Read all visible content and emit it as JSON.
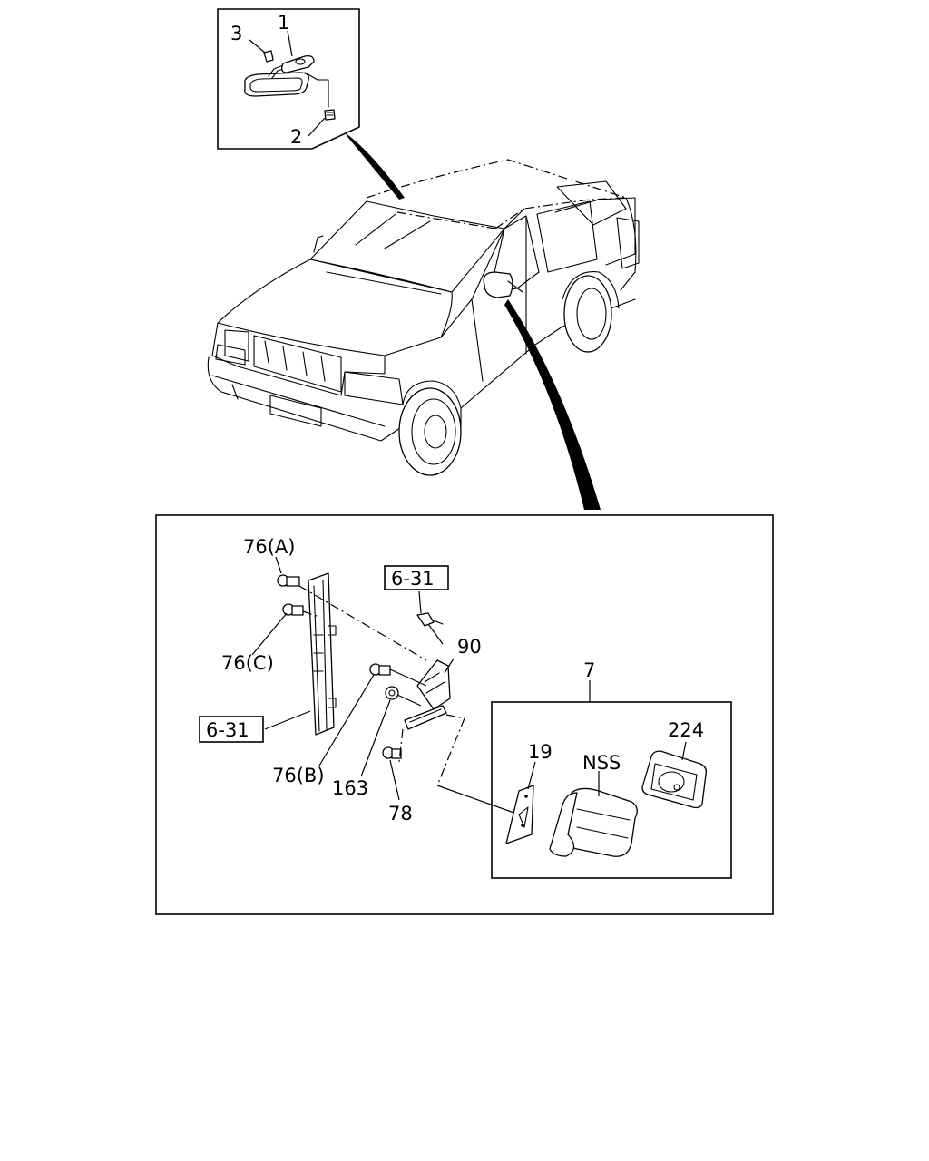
{
  "callouts": {
    "p1": "1",
    "p2": "2",
    "p3": "3",
    "p76a": "76(A)",
    "p76c": "76(C)",
    "p76b": "76(B)",
    "p631_top": "6-31",
    "p631_left": "6-31",
    "p90": "90",
    "p163": "163",
    "p78": "78",
    "p7": "7",
    "p19": "19",
    "pnss": "NSS",
    "p224": "224"
  }
}
